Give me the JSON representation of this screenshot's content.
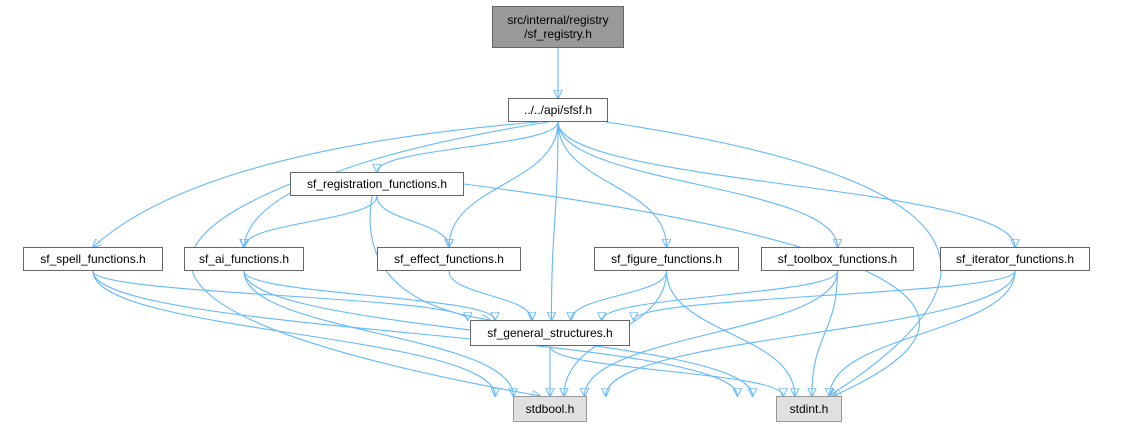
{
  "colors": {
    "edge": "#63b8ff",
    "node_border": "#666666",
    "root_fill": "#999999",
    "system_fill": "#e0e0e0",
    "node_fill": "#ffffff"
  },
  "nodes": {
    "sf_registry": "src/internal/registry\n/sf_registry.h",
    "sfsf": "../../api/sfsf.h",
    "sf_registration_functions": "sf_registration_functions.h",
    "sf_spell_functions": "sf_spell_functions.h",
    "sf_ai_functions": "sf_ai_functions.h",
    "sf_effect_functions": "sf_effect_functions.h",
    "sf_figure_functions": "sf_figure_functions.h",
    "sf_toolbox_functions": "sf_toolbox_functions.h",
    "sf_iterator_functions": "sf_iterator_functions.h",
    "sf_general_structures": "sf_general_structures.h",
    "stdbool": "stdbool.h",
    "stdint": "stdint.h"
  },
  "edges": [
    [
      "sf_registry",
      "sfsf"
    ],
    [
      "sfsf",
      "sf_registration_functions"
    ],
    [
      "sfsf",
      "sf_spell_functions"
    ],
    [
      "sfsf",
      "sf_ai_functions"
    ],
    [
      "sfsf",
      "sf_effect_functions"
    ],
    [
      "sfsf",
      "sf_figure_functions"
    ],
    [
      "sfsf",
      "sf_toolbox_functions"
    ],
    [
      "sfsf",
      "sf_iterator_functions"
    ],
    [
      "sfsf",
      "sf_general_structures"
    ],
    [
      "sfsf",
      "stdint"
    ],
    [
      "sf_registration_functions",
      "sf_ai_functions"
    ],
    [
      "sf_registration_functions",
      "sf_effect_functions"
    ],
    [
      "sf_registration_functions",
      "sf_general_structures"
    ],
    [
      "sf_registration_functions",
      "stdbool"
    ],
    [
      "sf_registration_functions",
      "stdint"
    ],
    [
      "sf_spell_functions",
      "sf_general_structures"
    ],
    [
      "sf_spell_functions",
      "stdbool"
    ],
    [
      "sf_spell_functions",
      "stdint"
    ],
    [
      "sf_ai_functions",
      "sf_general_structures"
    ],
    [
      "sf_ai_functions",
      "stdbool"
    ],
    [
      "sf_ai_functions",
      "stdint"
    ],
    [
      "sf_effect_functions",
      "sf_general_structures"
    ],
    [
      "sf_figure_functions",
      "sf_general_structures"
    ],
    [
      "sf_figure_functions",
      "stdbool"
    ],
    [
      "sf_figure_functions",
      "stdint"
    ],
    [
      "sf_toolbox_functions",
      "sf_general_structures"
    ],
    [
      "sf_toolbox_functions",
      "stdbool"
    ],
    [
      "sf_toolbox_functions",
      "stdint"
    ],
    [
      "sf_iterator_functions",
      "sf_general_structures"
    ],
    [
      "sf_iterator_functions",
      "stdbool"
    ],
    [
      "sf_iterator_functions",
      "stdint"
    ],
    [
      "sf_general_structures",
      "stdbool"
    ],
    [
      "sf_general_structures",
      "stdint"
    ]
  ]
}
